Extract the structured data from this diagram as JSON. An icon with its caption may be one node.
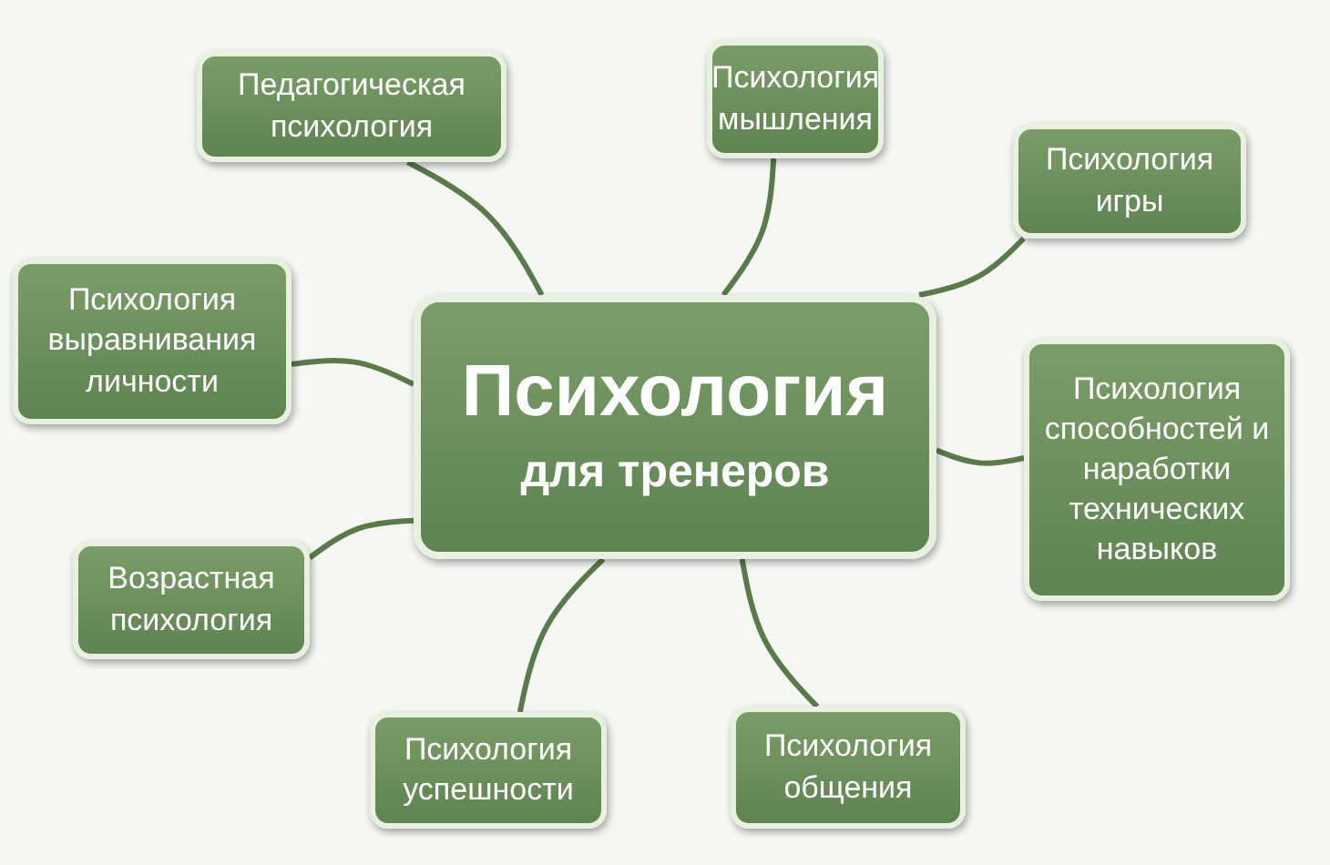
{
  "diagram": {
    "nodes": [
      {
        "text": [
          "Психология",
          "для тренеров"
        ]
      },
      {
        "text": [
          "Педагогическая психология"
        ]
      },
      {
        "text": [
          "Психология мышления"
        ]
      },
      {
        "text": [
          "Психология игры"
        ]
      },
      {
        "text": [
          "Психология выравнивания личности"
        ]
      },
      {
        "text": [
          "Психология способностей и наработки технических навыков"
        ]
      },
      {
        "text": [
          "Возрастная психология"
        ]
      },
      {
        "text": [
          "Психология успешности"
        ]
      },
      {
        "text": [
          "Психология общения"
        ]
      }
    ],
    "edges": [
      {
        "from": 0,
        "to": 1,
        "arrow": "none"
      },
      {
        "from": 0,
        "to": 2,
        "arrow": "none"
      },
      {
        "from": 0,
        "to": 3,
        "arrow": "none"
      },
      {
        "from": 0,
        "to": 4,
        "arrow": "none"
      },
      {
        "from": 0,
        "to": 5,
        "arrow": "none"
      },
      {
        "from": 0,
        "to": 6,
        "arrow": "none"
      },
      {
        "from": 0,
        "to": 7,
        "arrow": "none"
      },
      {
        "from": 0,
        "to": 8,
        "arrow": "none"
      }
    ]
  }
}
